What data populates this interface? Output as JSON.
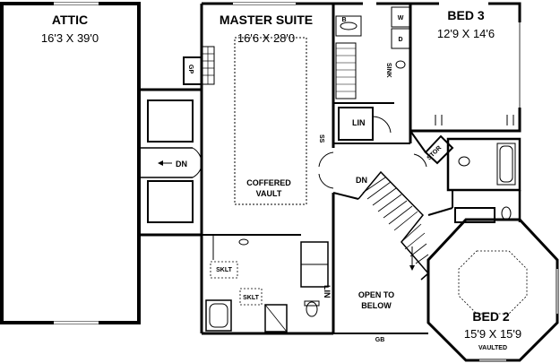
{
  "rooms": {
    "attic": {
      "name": "ATTIC",
      "dims": "16'3 X 39'0"
    },
    "master_suite": {
      "name": "MASTER SUITE",
      "dims": "16'6 X 28'0"
    },
    "bed3": {
      "name": "BED 3",
      "dims": "12'9 X 14'6"
    },
    "bed2": {
      "name": "BED 2",
      "dims": "15'9 X 15'9",
      "note": "VAULTED"
    }
  },
  "labels": {
    "coffered_1": "COFFERED",
    "coffered_2": "VAULT",
    "dn_hall": "DN",
    "dn_stair": "DN",
    "lin_upper": "LIN",
    "lin_lower": "LIN",
    "open_1": "OPEN TO",
    "open_2": "BELOW",
    "gb": "GB",
    "stor": "STOR",
    "sink": "SINK",
    "ss": "SS",
    "skl_1": "SKLT",
    "skl_2": "SKLT",
    "gp": "GP",
    "w": "W",
    "d": "D",
    "b": "B"
  }
}
